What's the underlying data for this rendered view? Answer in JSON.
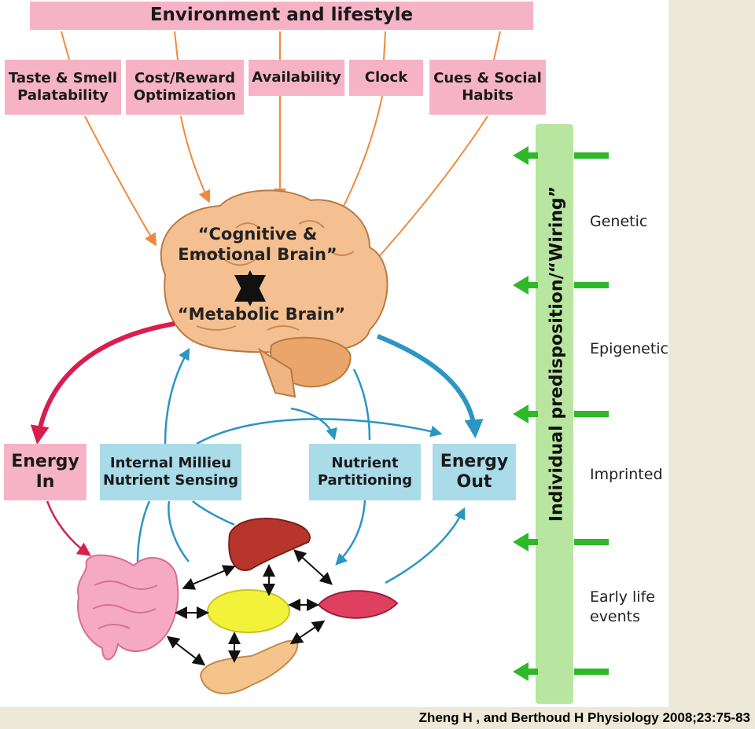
{
  "environment": {
    "title": "Environment and lifestyle",
    "factors": [
      {
        "line1": "Taste & Smell",
        "line2": "Palatability"
      },
      {
        "line1": "Cost/Reward",
        "line2": "Optimization"
      },
      {
        "line1": "Availability",
        "line2": ""
      },
      {
        "line1": "Clock",
        "line2": ""
      },
      {
        "line1": "Cues & Social",
        "line2": "Habits"
      }
    ]
  },
  "brain": {
    "cognitive_line1": "“Cognitive &",
    "cognitive_line2": "Emotional Brain”",
    "metabolic": "“Metabolic Brain”"
  },
  "energy_in": {
    "line1": "Energy",
    "line2": "In"
  },
  "energy_out": {
    "line1": "Energy",
    "line2": "Out"
  },
  "internal_milieu": {
    "line1": "Internal Millieu",
    "line2": "Nutrient Sensing"
  },
  "nutrient_partitioning": {
    "line1": "Nutrient",
    "line2": "Partitioning"
  },
  "predisposition": {
    "bar_label": "Individual predisposition/“Wiring”",
    "genetic": "Genetic",
    "epigenetic": "Epigenetic",
    "imprinted": "Imprinted",
    "early_life_line1": "Early life",
    "early_life_line2": "events"
  },
  "citation": "Zheng H , and Berthoud H Physiology 2008;23:75-83",
  "colors": {
    "pink_box": "#f7b3c6",
    "blue_box": "#a9dbe9",
    "orange_arrow": "#ee8a3c",
    "red_arrow": "#d81e4f",
    "blue_arrow": "#2a96c4",
    "green": "#2fb82a",
    "green_bar": "#b8e6a0"
  }
}
